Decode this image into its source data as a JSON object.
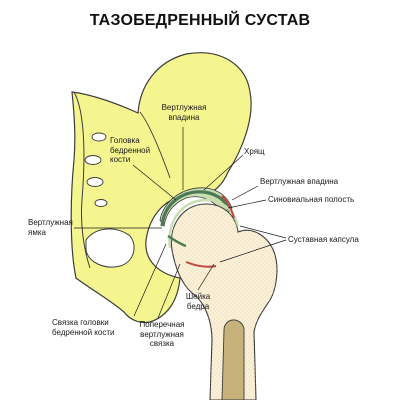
{
  "title": "ТАЗОБЕДРЕННЫЙ СУСТАВ",
  "colors": {
    "pelvis": "#f4f58f",
    "pelvis_outline": "#3d3d3d",
    "femur": "#fbf0d8",
    "marrow": "#c7b27c",
    "cartilage": "#c8ddb0",
    "ring": "#4c7a55",
    "synovium": "#c0483f"
  },
  "labels": {
    "acetabulum_top": "Вертлужная\nвпадина",
    "cartilage": "Хрящ",
    "femoral_head": "Головка\nбедренной\nкости",
    "acetabulum_right": "Вертлужная впадина",
    "synovial_cavity": "Синовиальная полость",
    "acetabular_fossa": "Вертлужная\nямка",
    "joint_capsule": "Суставная капсула",
    "femoral_neck": "Шейка\nбедра",
    "lig_head": "Связка головки\nбедренной кости",
    "transverse_lig": "Поперечная\nвертлужная\nсвязка"
  }
}
